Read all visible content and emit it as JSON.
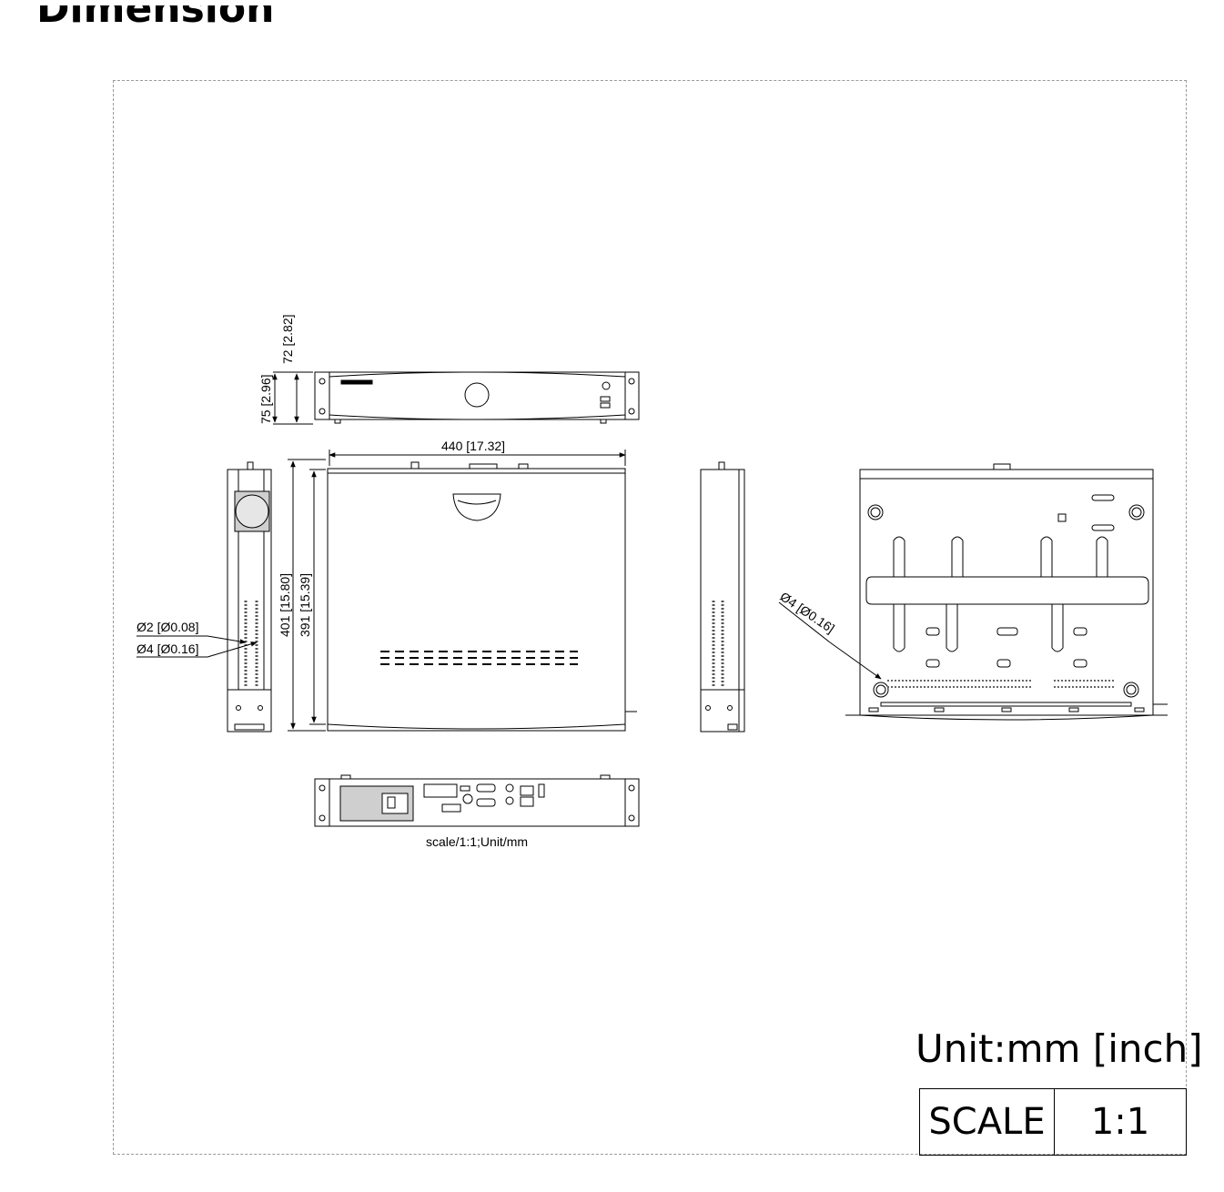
{
  "heading": "Dimension",
  "dimensions": {
    "front_height": "72 [2.82]",
    "front_height_total": "75 [2.96]",
    "width": "440 [17.32]",
    "depth_total": "401 [15.80]",
    "depth_body": "391 [15.39]",
    "hole_small": "Ø2 [Ø0.08]",
    "hole_large": "Ø4 [Ø0.16]",
    "hole_bottom": "Ø4 [Ø0.16]"
  },
  "scale_note": "scale/1:1;Unit/mm",
  "unit_label": "Unit:mm [inch]",
  "scale_table": {
    "key": "SCALE",
    "value": "1:1"
  }
}
